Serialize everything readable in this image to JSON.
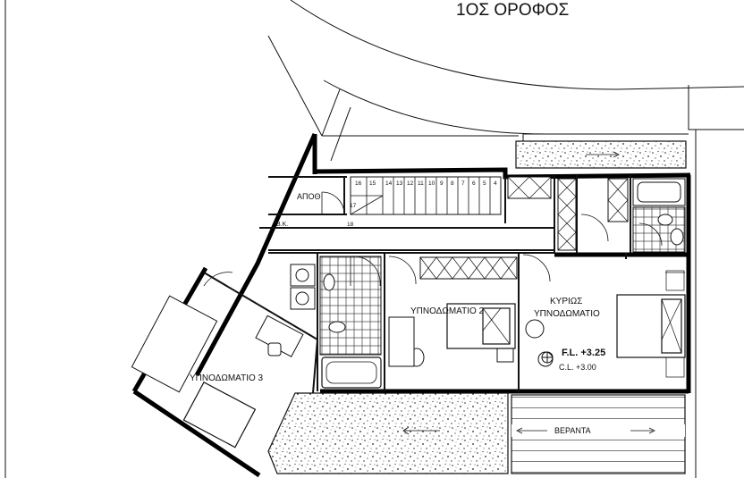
{
  "title": "1ΟΣ ΟΡΟΦΟΣ",
  "rooms": {
    "storage": "ΑΠΟΘ",
    "bk": "Β.Κ.",
    "bedroom2": "ΥΠΝΟΔΩΜΑΤΙΟ 2",
    "master_line1": "ΚΥΡΙΩΣ",
    "master_line2": "ΥΠΝΟΔΩΜΑΤΙΟ",
    "bedroom3": "ΥΠΝΟΔΩΜΑΤΙΟ 3",
    "veranda": "ΒΕΡΑΝΤΑ"
  },
  "levels": {
    "floor": "F.L. +3.25",
    "ceiling": "C.L. +3.00"
  },
  "stairs": {
    "step_numbers": [
      "16",
      "15",
      "14",
      "13",
      "12",
      "11",
      "10",
      "9",
      "8",
      "7",
      "6",
      "5",
      "4"
    ],
    "extra_17": "17",
    "extra_18": "18"
  },
  "colors": {
    "line": "#111111",
    "wall": "#000000",
    "hatch_bg": "#ffffff"
  }
}
